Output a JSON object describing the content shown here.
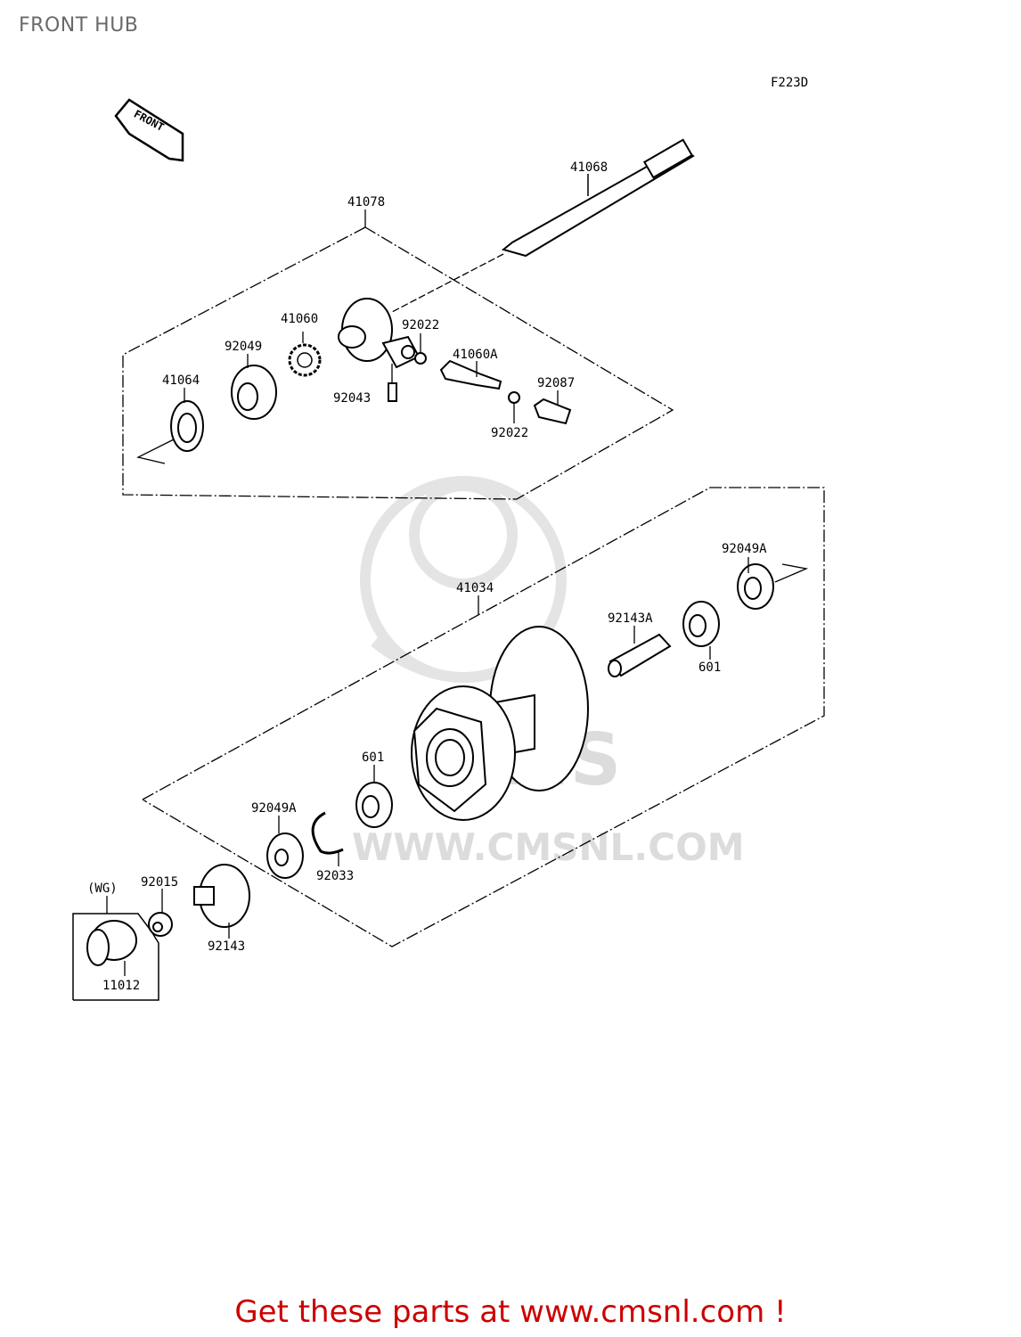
{
  "page": {
    "title": "FRONT HUB",
    "figure_code": "F223D",
    "front_marker": "FRONT",
    "watermark": "WWW.CMSNL.COM",
    "footer": "Get these parts at www.cmsnl.com !"
  },
  "colors": {
    "title": "#6a6a6a",
    "footer": "#cc0000",
    "line": "#000000",
    "watermark": "#dcdcdc"
  },
  "groups": {
    "speedo_assembly": "41078",
    "hub_assembly": "41034",
    "wg_group": "(WG)"
  },
  "parts": {
    "p41068": "41068",
    "p41078": "41078",
    "p41060": "41060",
    "p92049": "92049",
    "p41064": "41064",
    "p92022a": "92022",
    "p92043": "92043",
    "p41060A": "41060A",
    "p92087": "92087",
    "p92022b": "92022",
    "p92049Aa": "92049A",
    "p41034": "41034",
    "p92143A": "92143A",
    "p601a": "601",
    "p601b": "601",
    "p92049Ab": "92049A",
    "p92033": "92033",
    "p92015": "92015",
    "pWG": "(WG)",
    "p92143": "92143",
    "p11012": "11012"
  }
}
